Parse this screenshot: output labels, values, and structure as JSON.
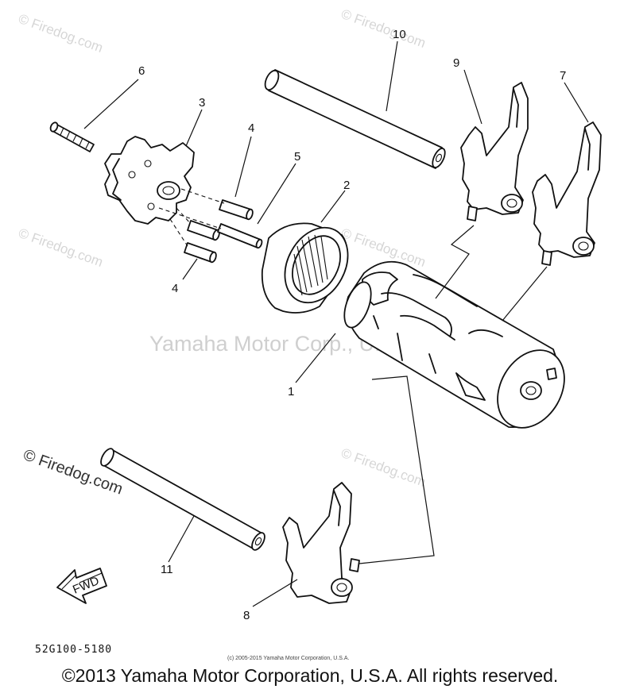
{
  "watermarks": {
    "firedog": "© Firedog.com",
    "center": "Yamaha Motor Corp., U.S.A."
  },
  "callouts": {
    "c1": "1",
    "c2": "2",
    "c3": "3",
    "c4a": "4",
    "c4b": "4",
    "c5": "5",
    "c6": "6",
    "c7": "7",
    "c8": "8",
    "c9": "9",
    "c10": "10",
    "c11": "11"
  },
  "fwd_label": "FWD",
  "part_code": "52G100-5180",
  "fine_print": "(c) 2005-2015 Yamaha Motor Corporation, U.S.A.",
  "copyright": "©2013 Yamaha Motor Corporation, U.S.A. All rights reserved."
}
